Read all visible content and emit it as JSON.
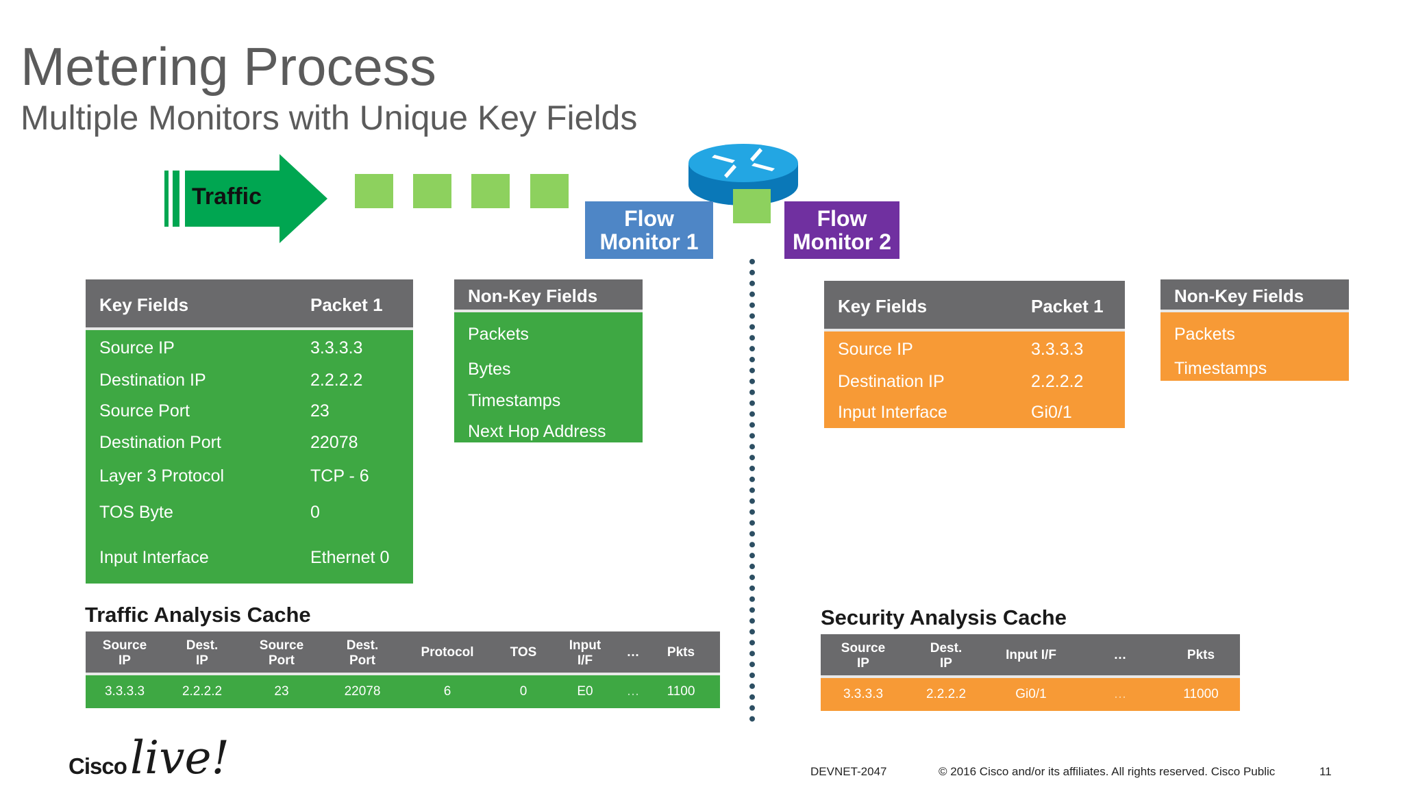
{
  "slide": {
    "title": "Metering Process",
    "subtitle": "Multiple Monitors with Unique Key Fields"
  },
  "traffic": {
    "label": "Traffic"
  },
  "monitors": {
    "monitor1": "Flow\nMonitor 1",
    "monitor2": "Flow\nMonitor 2"
  },
  "monitor1_key": {
    "headers": [
      "Key Fields",
      "Packet 1"
    ],
    "rows": [
      [
        "Source IP",
        "3.3.3.3"
      ],
      [
        "Destination IP",
        "2.2.2.2"
      ],
      [
        "Source Port",
        "23"
      ],
      [
        "Destination Port",
        "22078"
      ],
      [
        "Layer 3 Protocol",
        "TCP - 6"
      ],
      [
        "TOS Byte",
        "0"
      ],
      [
        "Input Interface",
        "Ethernet 0"
      ]
    ]
  },
  "monitor1_nonkey": {
    "header": "Non-Key Fields",
    "items": [
      "Packets",
      "Bytes",
      "Timestamps",
      "Next Hop Address"
    ]
  },
  "monitor2_key": {
    "headers": [
      "Key Fields",
      "Packet 1"
    ],
    "rows": [
      [
        "Source IP",
        "3.3.3.3"
      ],
      [
        "Destination IP",
        "2.2.2.2"
      ],
      [
        "Input Interface",
        "Gi0/1"
      ]
    ]
  },
  "monitor2_nonkey": {
    "header": "Non-Key Fields",
    "items": [
      "Packets",
      "Timestamps"
    ]
  },
  "traffic_cache": {
    "title": "Traffic Analysis Cache",
    "headers": [
      "Source\nIP",
      "Dest.\nIP",
      "Source\nPort",
      "Dest.\nPort",
      "Protocol",
      "TOS",
      "Input\nI/F",
      "…",
      "Pkts"
    ],
    "row": [
      "3.3.3.3",
      "2.2.2.2",
      "23",
      "22078",
      "6",
      "0",
      "E0",
      "…",
      "1100"
    ]
  },
  "security_cache": {
    "title": "Security Analysis Cache",
    "headers": [
      "Source\nIP",
      "Dest.\nIP",
      "Input I/F",
      "…",
      "Pkts"
    ],
    "row": [
      "3.3.3.3",
      "2.2.2.2",
      "Gi0/1",
      "…",
      "11000"
    ]
  },
  "footer": {
    "session": "DEVNET-2047",
    "copyright": "© 2016  Cisco and/or its affiliates. All rights reserved.   Cisco Public",
    "page": "11",
    "logo_brand": "Cisco",
    "logo_event": "live!"
  },
  "colors": {
    "green": "#3ea843",
    "orange": "#f79a36",
    "header_gray": "#6a6a6c",
    "monitor1": "#4e86c6",
    "monitor2": "#7030a0",
    "traffic": "#00a651",
    "packet": "#8dd15e"
  },
  "icons": {
    "router": "router-icon"
  }
}
